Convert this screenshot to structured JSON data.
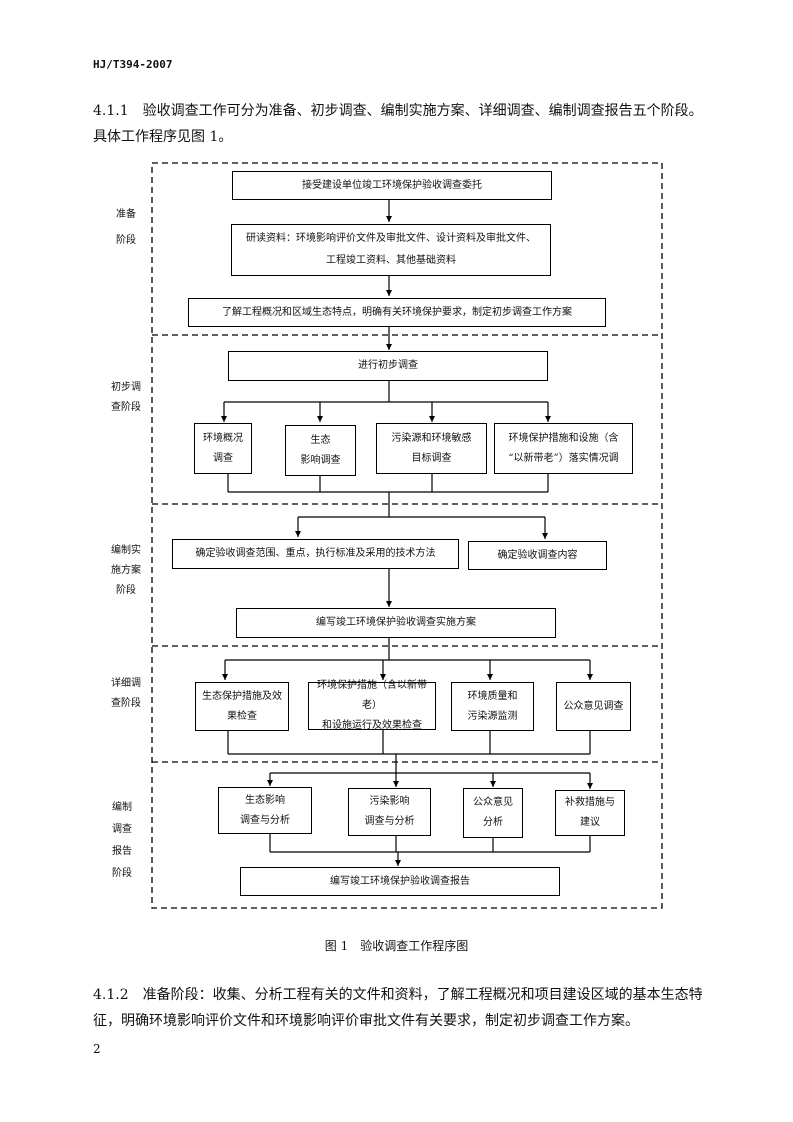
{
  "header": {
    "doc_code": "HJ/T394-2007"
  },
  "intro": {
    "line1": "4.1.1　验收调查工作可分为准备、初步调查、编制实施方案、详细调查、编制调查报告五个阶段。",
    "line2": "具体工作程序见图 1。"
  },
  "stages": {
    "prep": [
      "准备",
      "阶段"
    ],
    "initial": [
      "初步调",
      "查阶段"
    ],
    "plan": [
      "编制实",
      "施方案",
      "阶段"
    ],
    "detail": [
      "详细调",
      "查阶段"
    ],
    "report": [
      "编制",
      "调查",
      "报告",
      "阶段"
    ]
  },
  "boxes": {
    "accept": "接受建设单位竣工环境保护验收调查委托",
    "study_1": "研读资料：环境影响评价文件及审批文件、设计资料及审批文件、",
    "study_2": "工程竣工资料、其他基础资料",
    "understand": "了解工程概况和区域生态特点，明确有关环境保护要求，制定初步调查工作方案",
    "conduct": "进行初步调查",
    "env_status_1": "环境概况",
    "env_status_2": "调查",
    "eco_1": "生态",
    "eco_2": "影响调查",
    "pollution_1": "污染源和环境敏感",
    "pollution_2": "目标调查",
    "measures_1": "环境保护措施和设施（含",
    "measures_2": "“以新带老”）落实情况调",
    "scope": "确定验收调查范围、重点，执行标准及采用的技术方法",
    "content": "确定验收调查内容",
    "write_plan": "编写竣工环境保护验收调查实施方案",
    "eco_check_1": "生态保护措施及效",
    "eco_check_2": "果检查",
    "env_check_1": "环境保护措施（含以新带老）",
    "env_check_2": "和设施运行及效果检查",
    "quality_1": "环境质量和",
    "quality_2": "污染源监测",
    "public_survey": "公众意见调查",
    "eco_analysis_1": "生态影响",
    "eco_analysis_2": "调查与分析",
    "poll_analysis_1": "污染影响",
    "poll_analysis_2": "调查与分析",
    "public_analysis_1": "公众意见",
    "public_analysis_2": "分析",
    "remedy_1": "补救措施与",
    "remedy_2": "建议",
    "write_report": "编写竣工环境保护验收调查报告"
  },
  "figure": {
    "caption": "图 1　验收调查工作程序图"
  },
  "section_412": {
    "line1": "4.1.2　准备阶段：收集、分析工程有关的文件和资料，了解工程概况和项目建设区域的基本生态特",
    "line2": "征，明确环境影响评价文件和环境影响评价审批文件有关要求，制定初步调查工作方案。"
  },
  "footer": {
    "page_number": "2"
  }
}
